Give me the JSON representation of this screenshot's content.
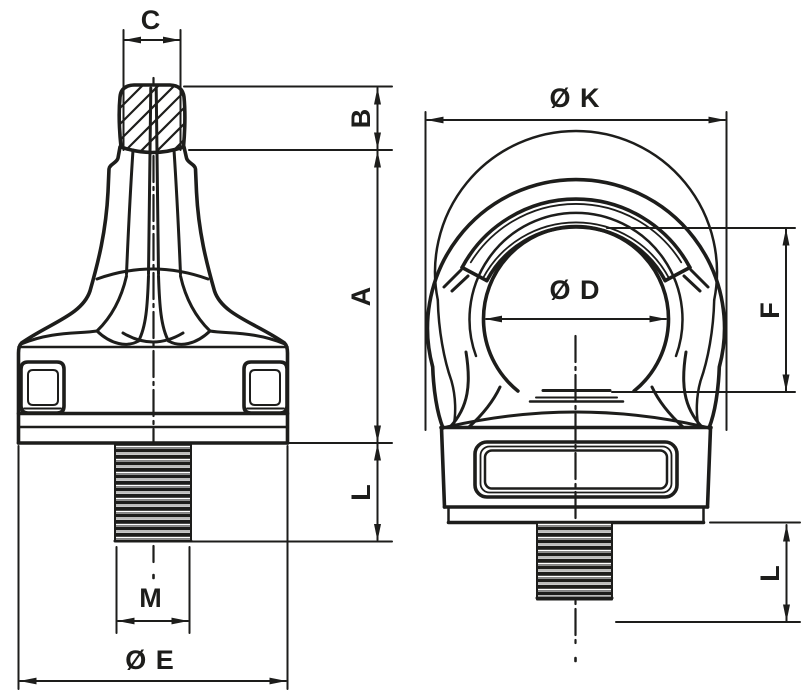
{
  "drawing": {
    "line_color": "#1d1d1b",
    "background_color": "#ffffff",
    "dimensions": {
      "side": {
        "c": "C",
        "b": "B",
        "a": "A",
        "l": "L",
        "m": "M",
        "e": "Ø E"
      },
      "front": {
        "k": "Ø K",
        "d": "Ø D",
        "f": "F",
        "l": "L"
      }
    }
  }
}
